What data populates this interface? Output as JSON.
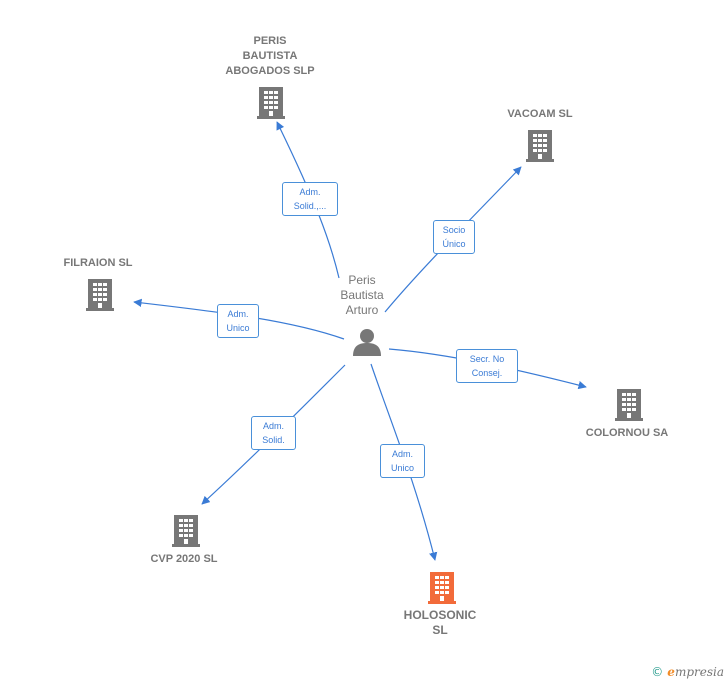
{
  "diagram": {
    "center": {
      "label": "Peris\nBautista\nArturo",
      "icon": "person-icon"
    },
    "companies": [
      {
        "id": "peris",
        "label": "PERIS\nBAUTISTA\nABOGADOS SLP",
        "icon": "building-icon",
        "highlight": false
      },
      {
        "id": "vacoam",
        "label": "VACOAM SL",
        "icon": "building-icon",
        "highlight": false
      },
      {
        "id": "filraion",
        "label": "FILRAION  SL",
        "icon": "building-icon",
        "highlight": false
      },
      {
        "id": "colornou",
        "label": "COLORNOU SA",
        "icon": "building-icon",
        "highlight": false
      },
      {
        "id": "cvp",
        "label": "CVP 2020 SL",
        "icon": "building-icon",
        "highlight": false
      },
      {
        "id": "holosonic",
        "label": "HOLOSONIC\nSL",
        "icon": "building-icon",
        "highlight": true
      }
    ],
    "relations": [
      {
        "to": "peris",
        "label": "Adm.\nSolid.,..."
      },
      {
        "to": "vacoam",
        "label": "Socio\nÚnico"
      },
      {
        "to": "filraion",
        "label": "Adm.\nUnico"
      },
      {
        "to": "colornou",
        "label": "Secr.  No\nConsej."
      },
      {
        "to": "cvp",
        "label": "Adm.\nSolid."
      },
      {
        "to": "holosonic",
        "label": "Adm.\nUnico"
      }
    ]
  },
  "colors": {
    "edge": "#3a7bd5",
    "building": "#777777",
    "highlight": "#f26b3a",
    "person": "#777777"
  },
  "brand": {
    "copyright": "©",
    "name": "mpresia",
    "initial": "e"
  }
}
